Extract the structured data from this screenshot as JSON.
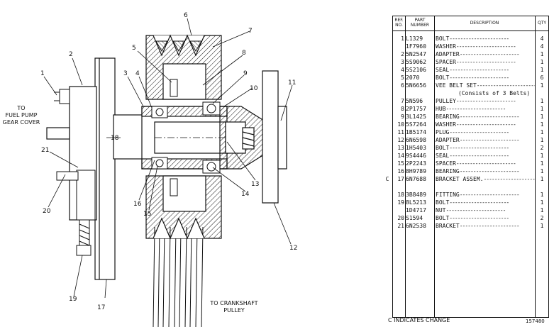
{
  "drawing": {
    "callouts": [
      "1",
      "2",
      "3",
      "4",
      "5",
      "6",
      "7",
      "8",
      "9",
      "10",
      "11",
      "12",
      "13",
      "14",
      "15",
      "16",
      "17",
      "18",
      "19",
      "20",
      "21"
    ],
    "note_fuel_pump": [
      "TO",
      "FUEL PUMP",
      "GEAR COVER"
    ],
    "note_crankshaft": [
      "TO CRANKSHAFT",
      "PULLEY"
    ]
  },
  "table": {
    "headers": {
      "ref": "REF. NO.",
      "part": "PART NUMBER",
      "desc": "DESCRIPTION",
      "qty": "QTY"
    },
    "rows": [
      {
        "ref": "1",
        "pn": "L1329",
        "desc": "BOLT",
        "qty": "4",
        "mark": ""
      },
      {
        "ref": "",
        "pn": "1F7960",
        "desc": "WASHER",
        "qty": "4",
        "mark": ""
      },
      {
        "ref": "2",
        "pn": "5N2547",
        "desc": "ADAPTER",
        "qty": "1",
        "mark": ""
      },
      {
        "ref": "3",
        "pn": "5S9062",
        "desc": "SPACER",
        "qty": "1",
        "mark": ""
      },
      {
        "ref": "4",
        "pn": "5S2106",
        "desc": "SEAL",
        "qty": "1",
        "mark": ""
      },
      {
        "ref": "5",
        "pn": "2070",
        "desc": "BOLT",
        "qty": "6",
        "mark": ""
      },
      {
        "ref": "6",
        "pn": "5N6656",
        "desc": "VEE BELT SET",
        "qty": "1",
        "mark": ""
      },
      {
        "ref": "7",
        "pn": "5N596",
        "desc": "PULLEY",
        "qty": "1",
        "mark": ""
      },
      {
        "ref": "8",
        "pn": "2P1757",
        "desc": "HUB",
        "qty": "1",
        "mark": ""
      },
      {
        "ref": "9",
        "pn": "3L1425",
        "desc": "BEARING",
        "qty": "1",
        "mark": ""
      },
      {
        "ref": "10",
        "pn": "5S7264",
        "desc": "WASHER",
        "qty": "1",
        "mark": ""
      },
      {
        "ref": "11",
        "pn": "1B5174",
        "desc": "PLUG",
        "qty": "1",
        "mark": ""
      },
      {
        "ref": "12",
        "pn": "6N6598",
        "desc": "ADAPTER",
        "qty": "1",
        "mark": ""
      },
      {
        "ref": "13",
        "pn": "1H5403",
        "desc": "BOLT",
        "qty": "2",
        "mark": ""
      },
      {
        "ref": "14",
        "pn": "9S4446",
        "desc": "SEAL",
        "qty": "1",
        "mark": ""
      },
      {
        "ref": "15",
        "pn": "2P2243",
        "desc": "SPACER",
        "qty": "1",
        "mark": ""
      },
      {
        "ref": "16",
        "pn": "8H9789",
        "desc": "BEARING",
        "qty": "1",
        "mark": ""
      },
      {
        "ref": "17",
        "pn": "6N7688",
        "desc": "BRACKET ASSEM.",
        "qty": "1",
        "mark": "C"
      },
      {
        "ref": "18",
        "pn": "3B8489",
        "desc": "FITTING",
        "qty": "1",
        "mark": ""
      },
      {
        "ref": "19",
        "pn": "8L5213",
        "desc": "BOLT",
        "qty": "1",
        "mark": ""
      },
      {
        "ref": "",
        "pn": "1D4717",
        "desc": "NUT",
        "qty": "1",
        "mark": ""
      },
      {
        "ref": "20",
        "pn": "S1594",
        "desc": "BOLT",
        "qty": "2",
        "mark": ""
      },
      {
        "ref": "21",
        "pn": "6N2538",
        "desc": "BRACKET",
        "qty": "1",
        "mark": ""
      }
    ],
    "belt_note": "(Consists of 3 Belts)"
  },
  "footer": {
    "change_note": "C INDICATES CHANGE",
    "drawing_number": "157480"
  }
}
